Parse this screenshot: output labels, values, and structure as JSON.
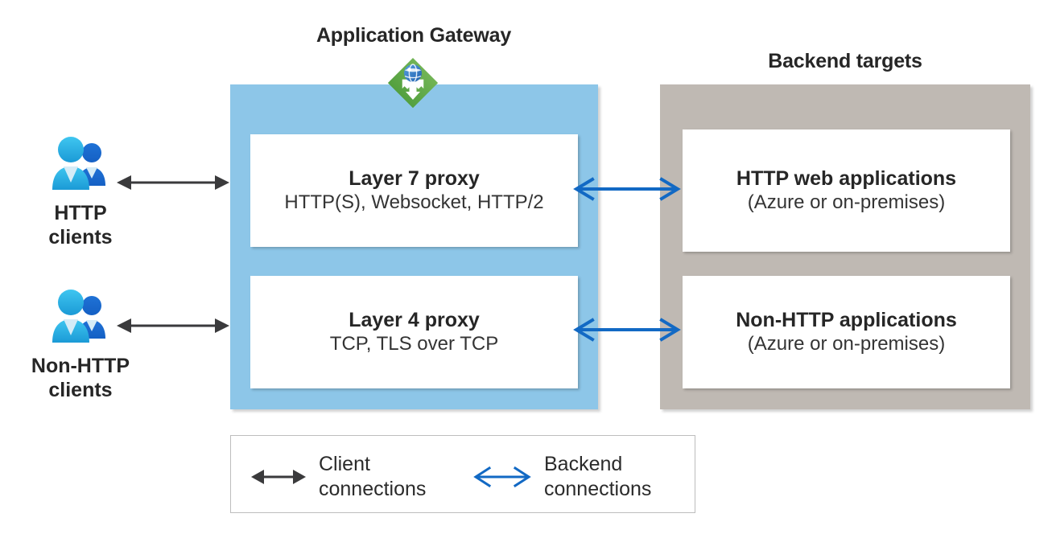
{
  "diagram": {
    "gateway": {
      "title": "Application Gateway",
      "icon": "azure-application-gateway-icon",
      "panel_color": "#8dc6e8",
      "cards": [
        {
          "name": "layer-7-proxy",
          "title": "Layer 7 proxy",
          "subtitle": "HTTP(S), Websocket, HTTP/2"
        },
        {
          "name": "layer-4-proxy",
          "title": "Layer 4 proxy",
          "subtitle": "TCP, TLS over TCP"
        }
      ]
    },
    "backend": {
      "title": "Backend targets",
      "panel_color": "#bfb9b3",
      "cards": [
        {
          "name": "http-web-applications",
          "title": "HTTP web applications",
          "subtitle": "(Azure or on-premises)"
        },
        {
          "name": "non-http-applications",
          "title": "Non-HTTP applications",
          "subtitle": "(Azure or on-premises)"
        }
      ]
    },
    "clients": [
      {
        "name": "http-clients",
        "label": "HTTP\nclients",
        "icon": "users-icon"
      },
      {
        "name": "non-http-clients",
        "label": "Non-HTTP\nclients",
        "icon": "users-icon"
      }
    ],
    "legend": {
      "items": [
        {
          "name": "client-connections",
          "label": "Client\nconnections",
          "arrow_style": "solid-filled-double-arrow",
          "color": "#3a3a3c"
        },
        {
          "name": "backend-connections",
          "label": "Backend\nconnections",
          "arrow_style": "open-line-double-arrow",
          "color": "#1269c4"
        }
      ]
    },
    "colors": {
      "client_arrow": "#3a3a3c",
      "backend_arrow": "#1269c4",
      "gateway_panel": "#8dc6e8",
      "backend_panel": "#bfb9b3",
      "icon_green": "#59a14f",
      "icon_blue": "#2f7fd1",
      "text": "#262626"
    }
  }
}
